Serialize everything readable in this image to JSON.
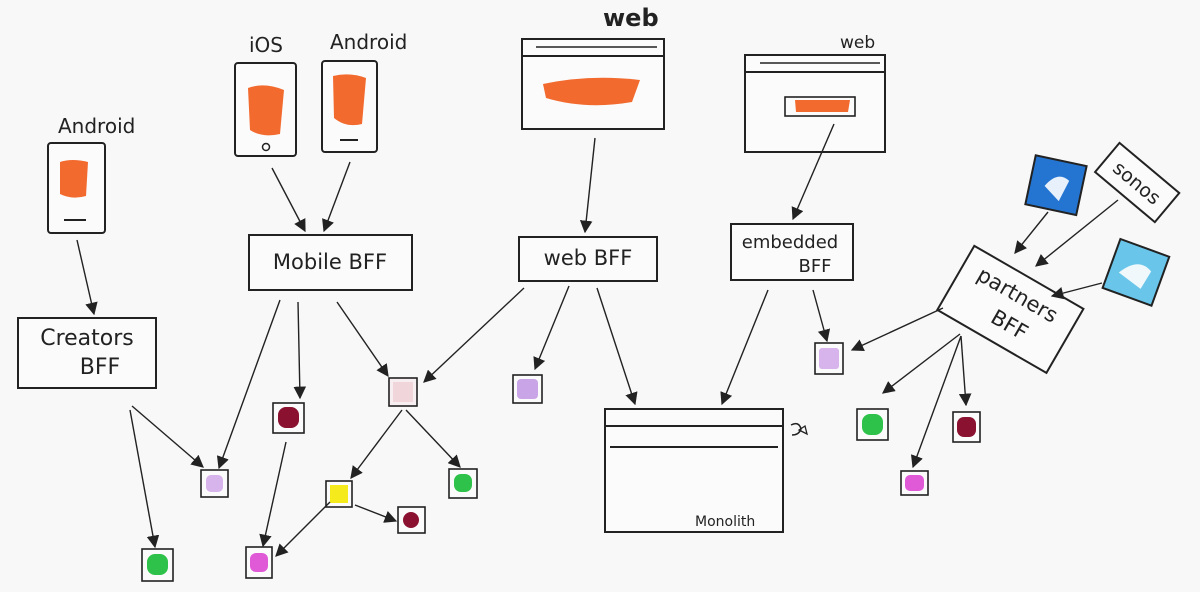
{
  "labels": {
    "android_left": "Android",
    "ios": "iOS",
    "android_top": "Android",
    "web_main": "web",
    "web_embedded": "web",
    "sonos": "sonos",
    "monolith": "Monolith"
  },
  "bffs": {
    "creators_line1": "Creators",
    "creators_line2": "BFF",
    "mobile": "Mobile BFF",
    "web": "web BFF",
    "embedded_line1": "embedded",
    "embedded_line2": "BFF",
    "partners_line1": "partners",
    "partners_line2": "BFF"
  },
  "colors": {
    "accent": "#f26a2e",
    "lavender": "#d7b4ec",
    "maroon": "#8a1230",
    "pink": "#f0d6da",
    "yellow": "#f4ea1c",
    "green": "#2fc24a",
    "magenta": "#e05ad8",
    "violet": "#c9a5e8",
    "partner_blue": "#2475d2",
    "partner_light": "#69c6ea"
  }
}
